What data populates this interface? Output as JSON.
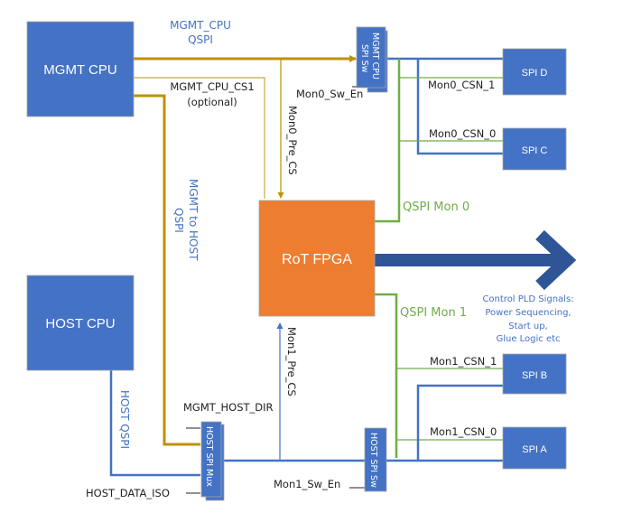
{
  "colors": {
    "box_blue": "#4472c4",
    "fpga_orange": "#ed7d31",
    "mgmt_gold": "#bf9000",
    "mon_green": "#70ad47",
    "arrow_navy": "#2f5597",
    "label_blue": "#4472c4",
    "label_dark": "#222222"
  },
  "blocks": {
    "mgmt_cpu": "MGMT CPU",
    "host_cpu": "HOST CPU",
    "rot_fpga": "RoT FPGA",
    "spi_d": "SPI D",
    "spi_c": "SPI C",
    "spi_b": "SPI B",
    "spi_a": "SPI A",
    "mgmt_cpu_spi_sw": [
      "MGMT CPU",
      "SPI Sw"
    ],
    "host_spi_mux": "HOST SPI Mux",
    "host_spi_sw": "HOST SPI Sw"
  },
  "labels": {
    "mgmt_cpu_qspi": [
      "MGMT_CPU",
      "QSPI"
    ],
    "mgmt_cpu_cs1": [
      "MGMT_CPU_CS1",
      "(optional)"
    ],
    "mgmt_to_host_qspi": [
      "MGMT to HOST",
      "QSPI"
    ],
    "mon0_sw_en": "Mon0_Sw_En",
    "mon0_pre_cs": "Mon0_Pre_CS",
    "mon0_csn_1": "Mon0_CSN_1",
    "mon0_csn_0": "Mon0_CSN_0",
    "qspi_mon0": "QSPI Mon 0",
    "qspi_mon1": "QSPI Mon 1",
    "control_pld": [
      "Control PLD Signals:",
      "Power Sequencing,",
      "Start up,",
      "Glue Logic etc"
    ],
    "mon1_pre_cs": "Mon1_Pre_CS",
    "mon1_csn_1": "Mon1_CSN_1",
    "mon1_csn_0": "Mon1_CSN_0",
    "mgmt_host_dir": "MGMT_HOST_DIR",
    "host_qspi": "HOST QSPI",
    "host_data_iso": "HOST_DATA_ISO",
    "mon1_sw_en": "Mon1_Sw_En"
  }
}
